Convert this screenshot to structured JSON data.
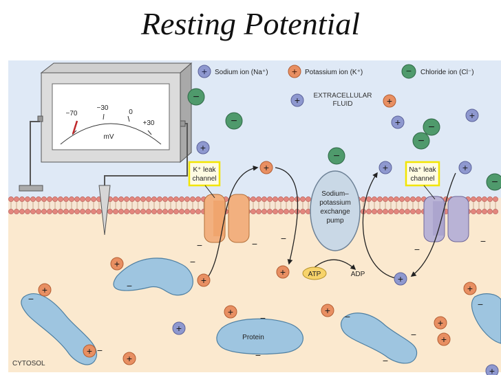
{
  "title": "Resting Potential",
  "legend": {
    "sodium": "Sodium ion (Na⁺)",
    "potassium": "Potassium ion (K⁺)",
    "chloride": "Chloride ion (Cl⁻)"
  },
  "regions": {
    "extracellular_line1": "EXTRACELLULAR",
    "extracellular_line2": "FLUID",
    "cytosol": "CYTOSOL"
  },
  "meter": {
    "ticks": [
      "−70",
      "−30",
      "0",
      "+30"
    ],
    "unit": "mV"
  },
  "channels": {
    "k_leak_line1": "K⁺ leak",
    "k_leak_line2": "channel",
    "na_leak_line1": "Na⁺ leak",
    "na_leak_line2": "channel"
  },
  "pump": {
    "line1": "Sodium–",
    "line2": "potassium",
    "line3": "exchange",
    "line4": "pump"
  },
  "atp": "ATP",
  "adp": "ADP",
  "protein": "Protein",
  "symbols": {
    "plus": "+",
    "minus": "−"
  },
  "colors": {
    "sodium": "#8e98cf",
    "potassium": "#e88f62",
    "chloride": "#4f9a6c",
    "extracellular": "#dfe9f6",
    "cytosol": "#fbe9cf",
    "lipid_head": "#e3867e",
    "protein": "#9ec5e0",
    "k_channel": "#f2b07f",
    "na_channel": "#b9b3d6",
    "pump": "#c9d8e6",
    "label_box": "#f2e500",
    "atp": "#f7d36a"
  }
}
